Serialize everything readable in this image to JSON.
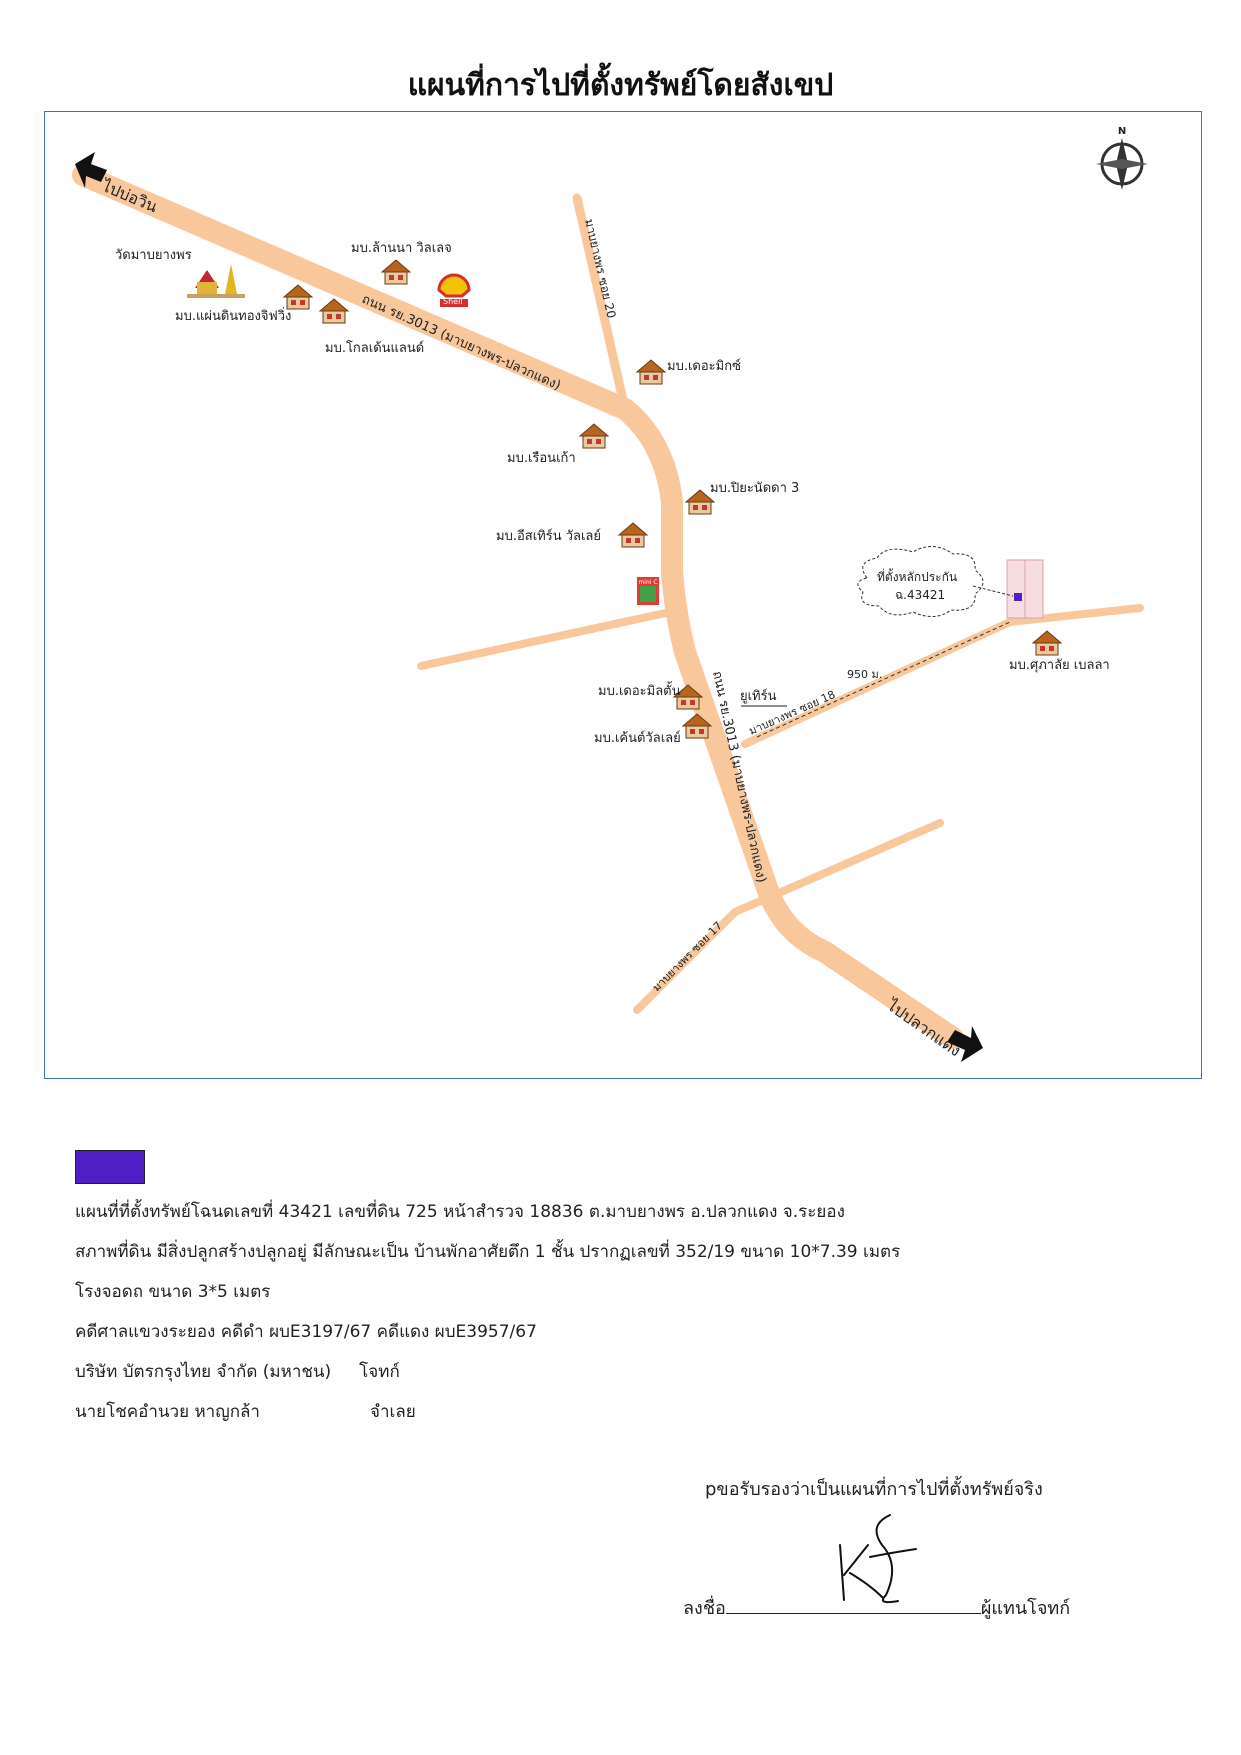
{
  "title": "แผนที่การไปที่ตั้งทรัพย์โดยสังเขป",
  "map": {
    "compass_label": "N",
    "direction_labels": {
      "to_bo_win": "ไปบ่อวิน",
      "to_pluak_daeng": "ไปปลวกแดง"
    },
    "road_labels": {
      "main_upper": "ถนน รย.3013 (มาบยางพร-ปลวกแดง)",
      "main_lower": "ถนน รย.3013 (มาบยางพร-ปลวกแดง)",
      "soi_20": "มาบยางพร ซอย 20",
      "soi_18": "มาบยางพร ซอย 18",
      "soi_17": "มาบยางพร ซอย 17"
    },
    "places": {
      "temple": "วัดมาบยางพร",
      "lanna_village": "มบ.ล้านนา วิลเลจ",
      "shell": "Shell",
      "paendin_thong": "มบ.แผ่นดินทองจิฟวิ่ง",
      "golden_land": "มบ.โกลเด้นแลนด์",
      "the_mix": "มบ.เดอะมิกซ์",
      "ruen_kao": "มบ.เรือนเก้า",
      "piyanatda": "มบ.ปิยะนัดดา 3",
      "eastern_valley": "มบ.อีสเทิร์น วัลเลย์",
      "mini_c": "mini C",
      "the_milton": "มบ.เดอะมิลตั้น",
      "eastern": "ยูเทิร์น",
      "kent_valley": "มบ.เค้นต์วัลเลย์",
      "suphalai": "มบ.ศุภาลัย เบลลา",
      "collateral_line1": "ที่ตั้งหลักประกัน",
      "collateral_line2": "ฉ.43421",
      "distance": "950 ม."
    }
  },
  "legend": {
    "swatch_color": "#4f1fc6"
  },
  "info_lines": [
    "แผนที่ที่ตั้งทรัพย์โฉนดเลขที่ 43421 เลขที่ดิน  725  หน้าสำรวจ 18836 ต.มาบยางพร อ.ปลวกแดง จ.ระยอง",
    "สภาพที่ดิน มีสิ่งปลูกสร้างปลูกอยู่ มีลักษณะเป็น บ้านพักอาศัยตึก 1 ชั้น ปรากฏเลขที่ 352/19  ขนาด 10*7.39 เมตร",
    "โรงจอดถ ขนาด 3*5 เมตร",
    "คดีศาลแขวงระยอง คดีดำ ผบE3197/67  คดีแดง ผบE3957/67"
  ],
  "parties": [
    {
      "name": "บริษัท บัตรกรุงไทย จำกัด (มหาชน)",
      "role": "โจทก์"
    },
    {
      "name": "นายโชคอำนวย หาญกล้า",
      "role": "จำเลย"
    }
  ],
  "certification": {
    "text": "pขอรับรองว่าเป็นแผนที่การไปที่ตั้งทรัพย์จริง",
    "sign_prefix": "ลงชื่อ",
    "sign_suffix": "ผู้แทนโจทก์"
  },
  "colors": {
    "road": "#f8c79c",
    "frame": "#3b73b9",
    "house_roof": "#b5651d",
    "temple": "#c1272d",
    "collateral_marker": "#4f1fc6"
  }
}
